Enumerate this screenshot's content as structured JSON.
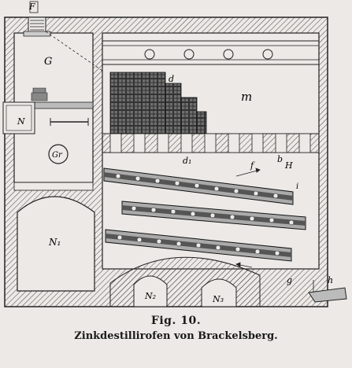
{
  "figure": {
    "number": "Fig. 10.",
    "caption": "Zinkdestillirofen von Brackelsberg."
  },
  "labels": {
    "F": "F",
    "G": "G",
    "m": "m",
    "d": "d",
    "d1": "d₁",
    "b": "b",
    "f": "f",
    "i": "i",
    "H": "H",
    "N": "N",
    "Gr": "Gr",
    "N1": "N₁",
    "N2": "N₂",
    "N3": "N₃",
    "g": "g",
    "h": "h"
  },
  "colors": {
    "ink": "#1f1f1f",
    "paper": "#ece9e6",
    "hatch": "#555555"
  }
}
